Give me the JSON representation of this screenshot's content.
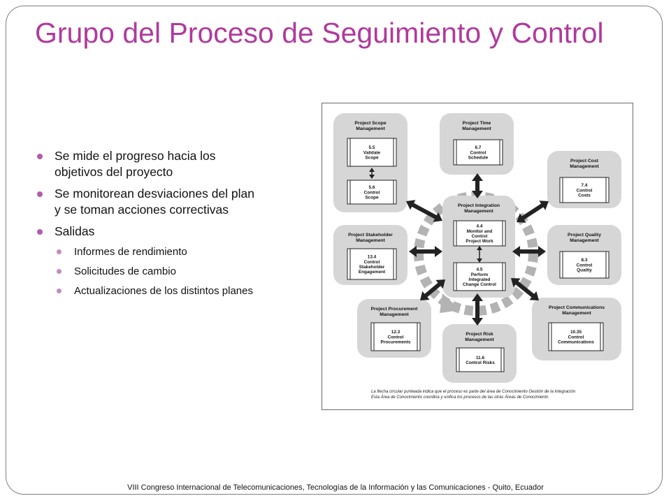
{
  "slide": {
    "title": "Grupo del Proceso de Seguimiento y Control",
    "bullets": [
      "Se mide el progreso hacia los objetivos del proyecto",
      "Se monitorean desviaciones del plan y se toman acciones correctivas",
      "Salidas"
    ],
    "sub_bullets": [
      "Informes de rendimiento",
      "Solicitudes de cambio",
      "Actualizaciones de los distintos planes"
    ],
    "footer": "VIII Congreso Internacional de Telecomunicaciones, Tecnologías de la Información y las Comunicaciones - Quito, Ecuador"
  },
  "diagram": {
    "center": {
      "title": [
        "Project Integration",
        "Management"
      ],
      "processes": [
        [
          "4.4",
          "Monitor and",
          "Control",
          "Project Work"
        ],
        [
          "4.5",
          "Perform",
          "Integrated",
          "Change Control"
        ]
      ]
    },
    "areas": [
      {
        "id": "scope",
        "title": [
          "Project Scope",
          "Management"
        ],
        "processes": [
          [
            "5.5",
            "Validate",
            "Scope"
          ],
          [
            "5.6",
            "Control",
            "Scope"
          ]
        ]
      },
      {
        "id": "time",
        "title": [
          "Project Time",
          "Management"
        ],
        "processes": [
          [
            "6.7",
            "Control",
            "Schedule"
          ]
        ]
      },
      {
        "id": "cost",
        "title": [
          "Project Cost",
          "Management"
        ],
        "processes": [
          [
            "7.4",
            "Control",
            "Costs"
          ]
        ]
      },
      {
        "id": "quality",
        "title": [
          "Project Quality",
          "Management"
        ],
        "processes": [
          [
            "8.3",
            "Control",
            "Quality"
          ]
        ]
      },
      {
        "id": "communications",
        "title": [
          "Project Communications",
          "Management"
        ],
        "processes": [
          [
            "10.35",
            "Control",
            "Communications"
          ]
        ]
      },
      {
        "id": "risk",
        "title": [
          "Project Risk",
          "Management"
        ],
        "processes": [
          [
            "11.6",
            "Control Risks"
          ]
        ]
      },
      {
        "id": "procurement",
        "title": [
          "Project Procurement",
          "Management"
        ],
        "processes": [
          [
            "12.3",
            "Control",
            "Procurements"
          ]
        ]
      },
      {
        "id": "stakeholder",
        "title": [
          "Project Stakeholder",
          "Management"
        ],
        "processes": [
          [
            "13.4",
            "Control",
            "Stakeholder",
            "Engagement"
          ]
        ]
      }
    ],
    "footnote": [
      "La flecha circular punteada indica que el proceso es parte del área de Conocimiento Gestión de la Integración",
      "Esta Área de Conocimiento coordina y unifica los procesos de las otras Áreas de Conocimiento"
    ]
  },
  "colors": {
    "title": "#b03a9c",
    "bullet": "#b55aa9",
    "sub_bullet": "#c28cbd",
    "area_fill": "#d6d6d6",
    "arrow": "#222222",
    "dashed_ring": "#b3b3b3"
  }
}
